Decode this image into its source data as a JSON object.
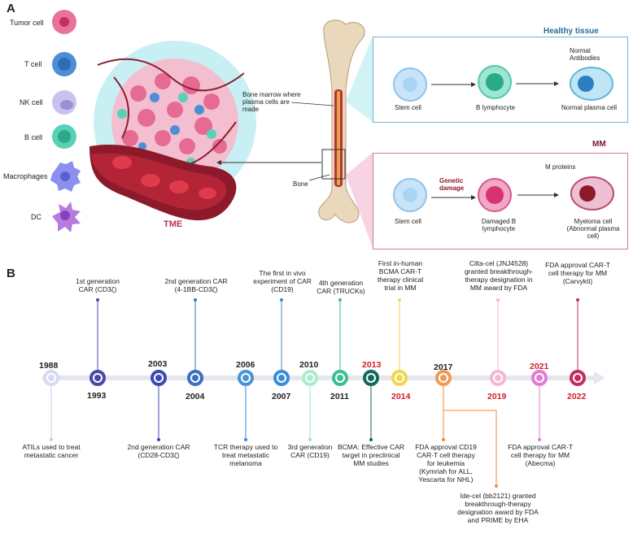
{
  "panelA": {
    "label": "A",
    "legend": [
      "Tumor cell",
      "T cell",
      "NK cell",
      "B cell",
      "Macrophages",
      "DC"
    ],
    "tme_label": "TME",
    "bone_marrow_label": "Bone marrow where plasma cells are made",
    "bone_label": "Bone",
    "healthy": {
      "title": "Healthy tissue",
      "stem": "Stem cell",
      "b": "B lymphocyte",
      "plasma": "Normal plasma cell",
      "antibodies": "Normal Antibodies"
    },
    "mm": {
      "title": "MM",
      "stem": "Stem cell",
      "genetic": "Genetic damage",
      "damaged": "Damaged B lymphocyte",
      "myeloma": "Myeloma cell (Abnormal plasma cell)",
      "mproteins": "M proteins"
    }
  },
  "panelB": {
    "label": "B",
    "years_top": [
      "1988",
      "2003",
      "2006",
      "2010",
      "2013",
      "2017",
      "2021"
    ],
    "years_bottom": [
      "1993",
      "2004",
      "2007",
      "2011",
      "2014",
      "2019",
      "2022"
    ],
    "events_above": [
      "1st generation CAR (CD3ζ)",
      "2nd generation CAR (4-1BB-CD3ζ)",
      "The first in vivo experiment of CAR (CD19)",
      "4th generation CAR (TRUCKs)",
      "First in-human BCMA CAR-T therapy clinical trial in MM",
      "Cilta-cel (JNJ4528) granted breakthrough-therapy designation in MM award by FDA",
      "FDA approval CAR-T cell therapy for MM (Carvykti)"
    ],
    "events_below": [
      "ATILs used to treat metastatic cancer",
      "2nd generation CAR (CD28-CD3ζ)",
      "TCR therapy used to treat metastatic melanoma",
      "3rd generation CAR (CD19)",
      "BCMA: Effective CAR target in preclinical MM studies",
      "FDA approval CD19 CAR-T cell therapy for leukemia (Kymriah for ALL, Yescarta for NHL)",
      "Ide-cel (bb2121) granted breakthrough-therapy designation award by FDA and PRIME by EHA",
      "FDA approval CAR-T cell therapy for MM (Abecma)"
    ]
  }
}
